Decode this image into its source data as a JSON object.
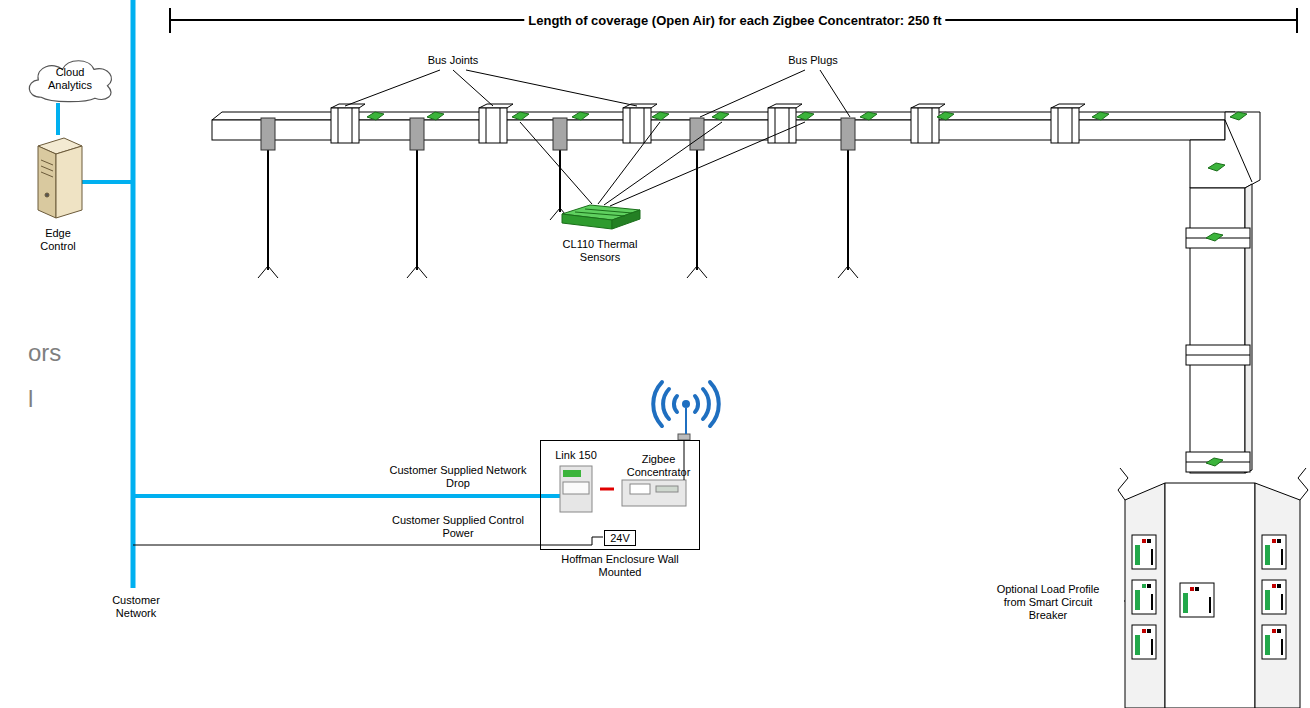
{
  "diagram": {
    "nodes": [
      {
        "text": [
          "Cloud Analytics"
        ]
      },
      {
        "text": [
          "Edge Control"
        ]
      },
      {
        "text": [
          "Hoffman Enclosure Wall Mounted"
        ]
      },
      {
        "text": [
          "Link 150"
        ],
        "in": 2
      },
      {
        "text": [
          "Zigbee Concentrator"
        ],
        "in": 2
      },
      {
        "text": [
          "24V"
        ],
        "in": 2
      }
    ],
    "edges": [
      {
        "from": 0,
        "to": 1,
        "arrow": "none"
      },
      {
        "from": 3,
        "to": 4,
        "arrow": "none"
      }
    ],
    "labels": [
      "Length of coverage (Open Air) for each Zigbee Concentrator:  250 ft",
      "Bus Joints",
      "Bus Plugs",
      "CL110 Thermal Sensors",
      "Customer Supplied Network Drop",
      "Customer Supplied Control Power",
      "Customer Network",
      "Optional Load Profile from Smart Circuit Breaker",
      "ors",
      "l"
    ]
  }
}
